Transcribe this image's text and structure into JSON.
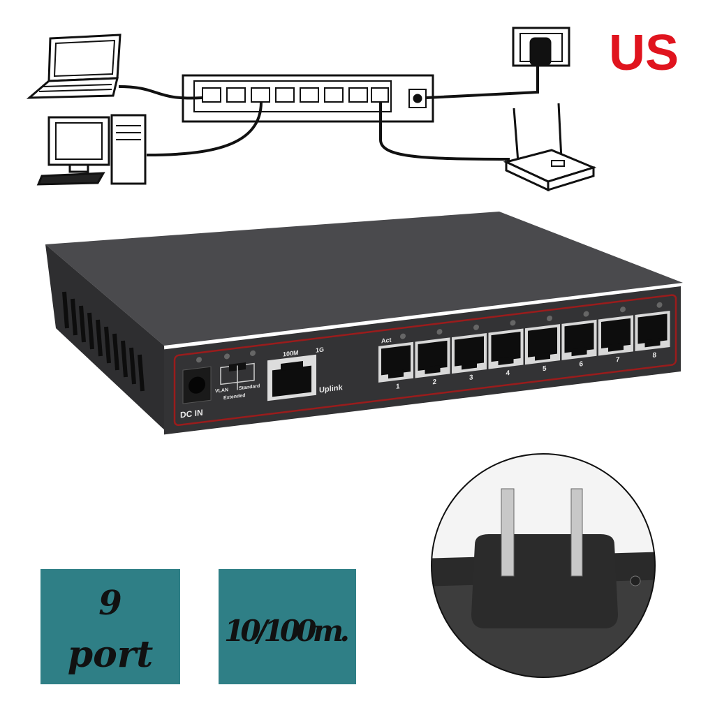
{
  "region_label": "US",
  "switch": {
    "power_label": "DC  IN",
    "switch_labels": {
      "vlan": "VLAN",
      "standard": "Standard",
      "extended": "Extended"
    },
    "uplink": {
      "speed_100": "100M",
      "speed_1g": "1G",
      "label": "Uplink"
    },
    "act_label": "Act",
    "ports": [
      "1",
      "2",
      "3",
      "4",
      "5",
      "6",
      "7",
      "8"
    ]
  },
  "badges": [
    {
      "line1": "9",
      "line2": "port"
    },
    {
      "line1": "10/100m."
    }
  ],
  "colors": {
    "us_red": "#e0141e",
    "badge_teal": "#2f7f86",
    "switch_body": "#3a3a3c",
    "trim_red": "#9a1c1c"
  }
}
